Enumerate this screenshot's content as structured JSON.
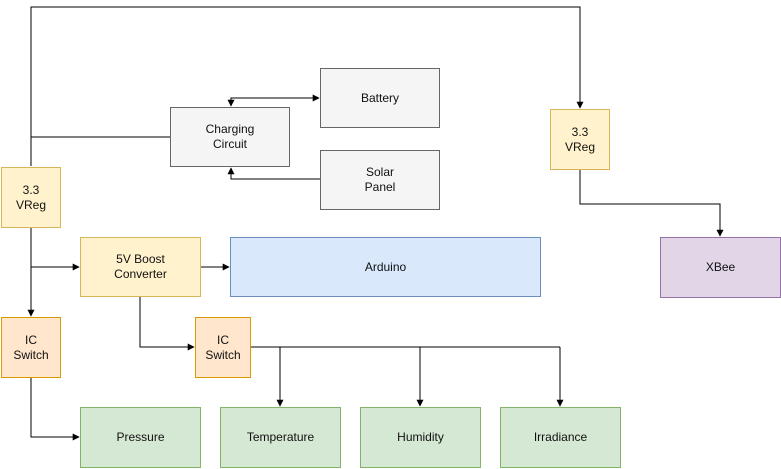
{
  "nodes": {
    "battery": {
      "label": "Battery"
    },
    "charging": {
      "label": "Charging\nCircuit"
    },
    "solar": {
      "label": "Solar\nPanel"
    },
    "vreg_left": {
      "label": "3.3\nVReg"
    },
    "vreg_right": {
      "label": "3.3\nVReg"
    },
    "boost": {
      "label": "5V Boost\nConverter"
    },
    "arduino": {
      "label": "Arduino"
    },
    "xbee": {
      "label": "XBee"
    },
    "ic_switch_left": {
      "label": "IC\nSwitch"
    },
    "ic_switch_mid": {
      "label": "IC\nSwitch"
    },
    "pressure": {
      "label": "Pressure"
    },
    "temperature": {
      "label": "Temperature"
    },
    "humidity": {
      "label": "Humidity"
    },
    "irradiance": {
      "label": "Irradiance"
    }
  },
  "colors": {
    "line": "#000000",
    "gray_fill": "#f5f5f5",
    "yellow_fill": "#fff2cc",
    "orange_fill": "#ffe6cc",
    "blue_fill": "#dae8fc",
    "purple_fill": "#e1d5e7",
    "green_fill": "#d5e8d4"
  }
}
